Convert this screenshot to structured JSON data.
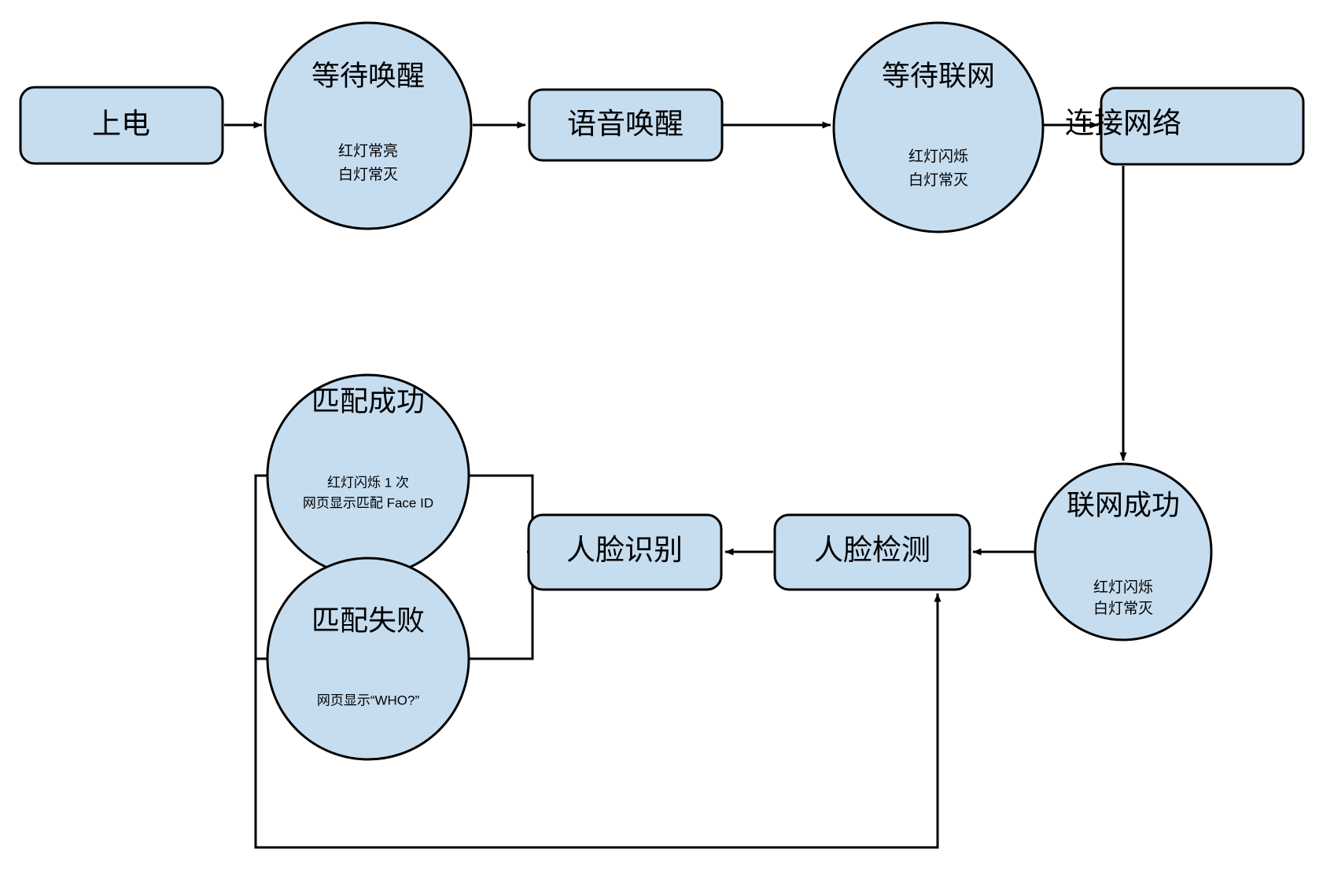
{
  "diagram": {
    "type": "flowchart",
    "title": "",
    "fill_color": "#c6ddf0",
    "stroke_color": "#000000",
    "background_color": "#ffffff",
    "nodes": [
      {
        "id": "power-on",
        "shape": "rounded-rect",
        "label": "上电",
        "sub1": "",
        "sub2": ""
      },
      {
        "id": "wait-wake",
        "shape": "circle",
        "label": "等待唤醒",
        "sub1": "红灯常亮",
        "sub2": "白灯常灭"
      },
      {
        "id": "voice-wake",
        "shape": "rounded-rect",
        "label": "语音唤醒",
        "sub1": "",
        "sub2": ""
      },
      {
        "id": "wait-network",
        "shape": "circle",
        "label": "等待联网",
        "sub1": "红灯闪烁",
        "sub2": "白灯常灭"
      },
      {
        "id": "connect-network",
        "shape": "rounded-rect",
        "label": "连接网络",
        "sub1": "",
        "sub2": ""
      },
      {
        "id": "network-success",
        "shape": "circle",
        "label": "联网成功",
        "sub1": "红灯闪烁",
        "sub2": "白灯常灭"
      },
      {
        "id": "face-detect",
        "shape": "rounded-rect",
        "label": "人脸检测",
        "sub1": "",
        "sub2": ""
      },
      {
        "id": "face-recognize",
        "shape": "rounded-rect",
        "label": "人脸识别",
        "sub1": "",
        "sub2": ""
      },
      {
        "id": "match-success",
        "shape": "circle",
        "label": "匹配成功",
        "sub1": "红灯闪烁 1 次",
        "sub2": "网页显示匹配 Face ID"
      },
      {
        "id": "match-fail",
        "shape": "circle",
        "label": "匹配失败",
        "sub1": "网页显示“WHO?”",
        "sub2": ""
      }
    ],
    "edges": [
      {
        "id": "e1",
        "from": "power-on",
        "to": "wait-wake",
        "arrow": true
      },
      {
        "id": "e2",
        "from": "wait-wake",
        "to": "voice-wake",
        "arrow": true
      },
      {
        "id": "e3",
        "from": "voice-wake",
        "to": "wait-network",
        "arrow": true
      },
      {
        "id": "e4",
        "from": "wait-network",
        "to": "connect-network",
        "arrow": true
      },
      {
        "id": "e5",
        "from": "connect-network",
        "to": "network-success",
        "arrow": true
      },
      {
        "id": "e6",
        "from": "network-success",
        "to": "face-detect",
        "arrow": true
      },
      {
        "id": "e7",
        "from": "face-detect",
        "to": "face-recognize",
        "arrow": true
      },
      {
        "id": "e8",
        "from": "face-recognize",
        "to": "match-success",
        "arrow": false
      },
      {
        "id": "e9",
        "from": "face-recognize",
        "to": "match-fail",
        "arrow": false
      },
      {
        "id": "e10",
        "from": "match-fail",
        "to": "face-detect",
        "arrow": true
      }
    ]
  }
}
